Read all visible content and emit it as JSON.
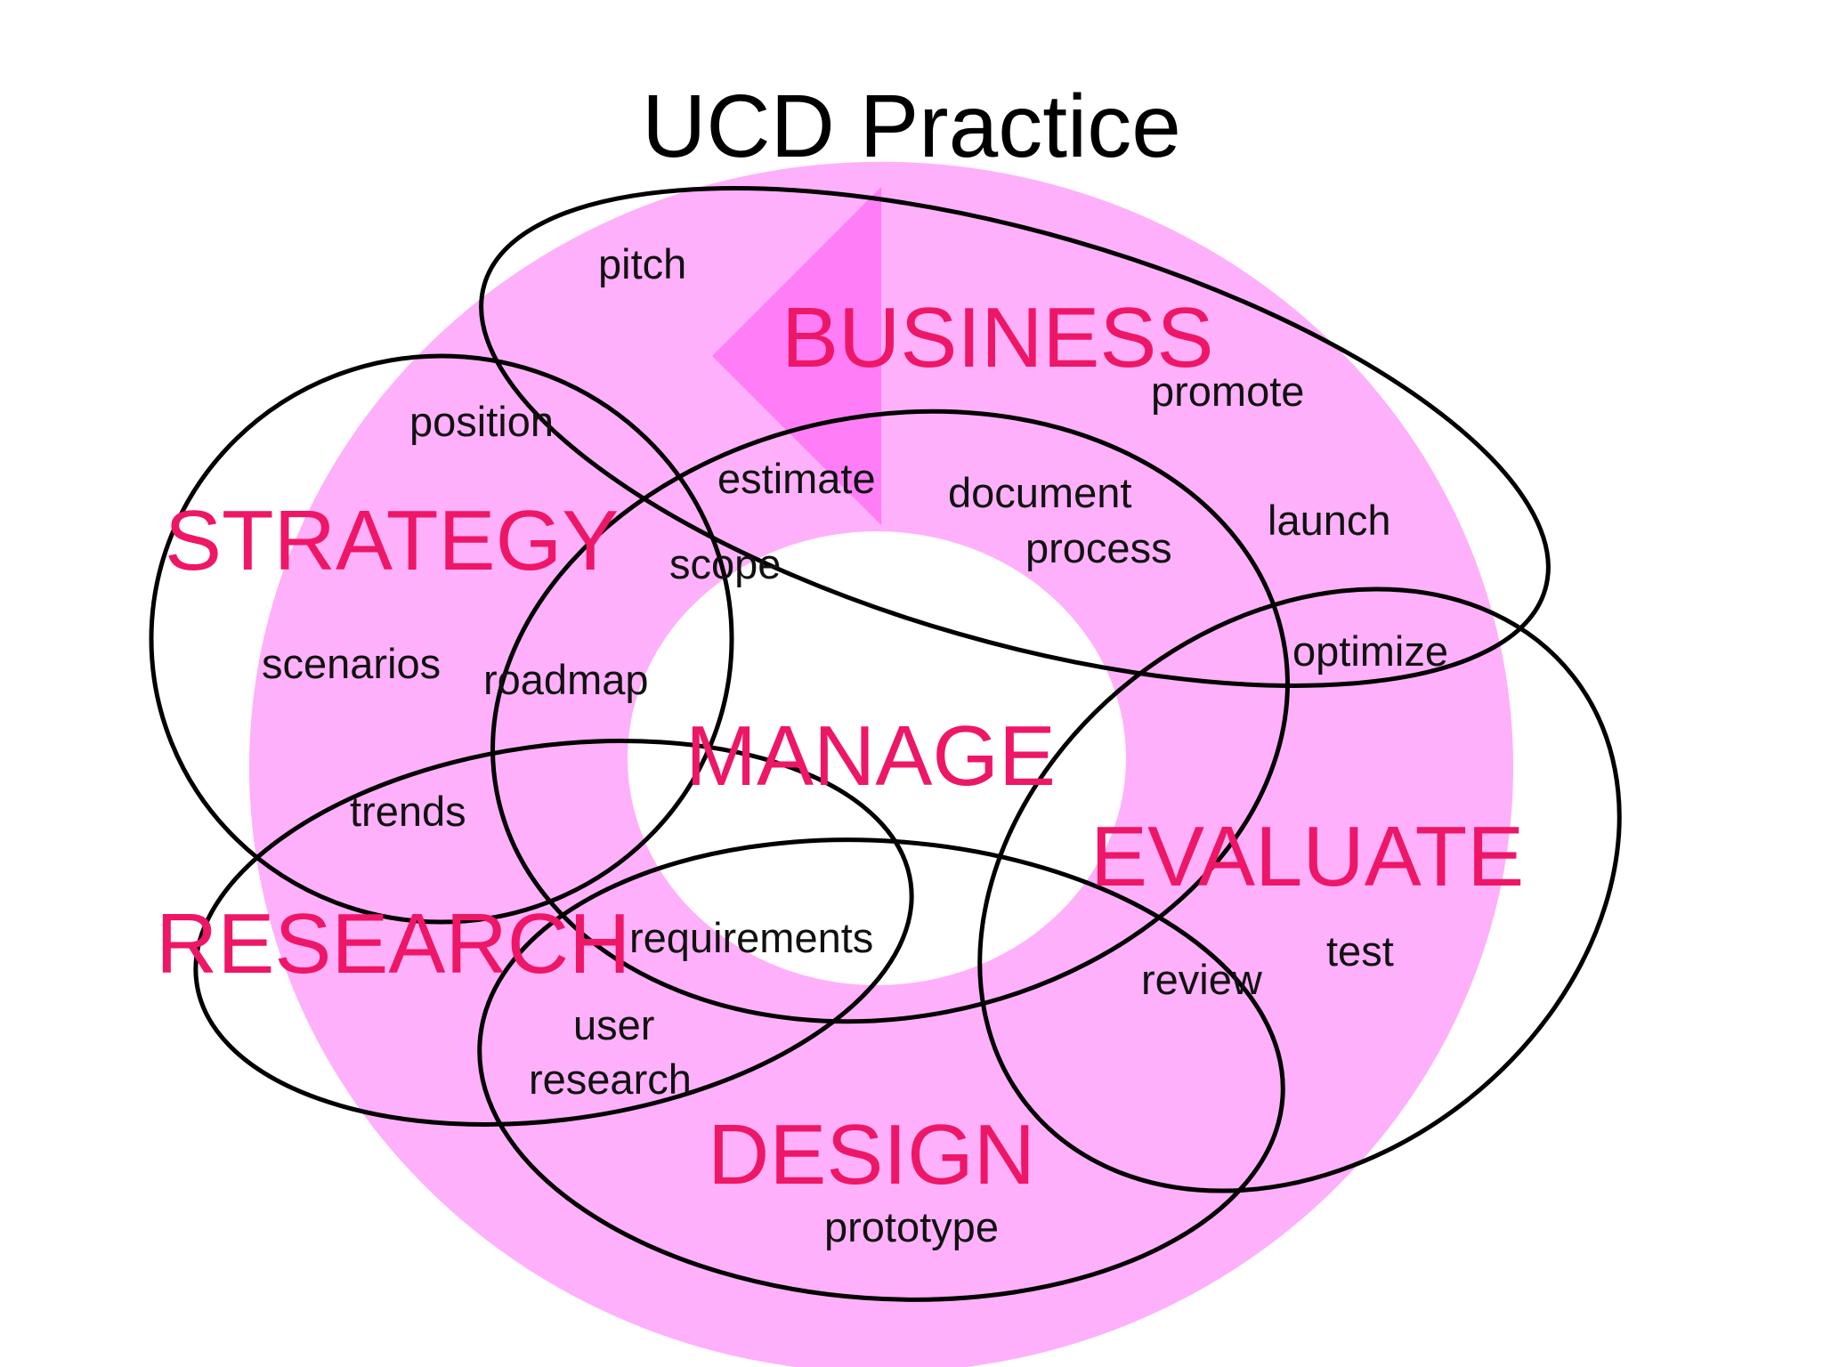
{
  "title": "UCD Practice",
  "colors": {
    "ring": "#ffb0fa",
    "wedge": "#ff7ef7",
    "group_label": "#ee1667",
    "outline": "#000000",
    "item_text": "#111111"
  },
  "groups": {
    "business": "BUSINESS",
    "strategy": "STRATEGY",
    "manage": "MANAGE",
    "evaluate": "EVALUATE",
    "research": "RESEARCH",
    "design": "DESIGN"
  },
  "items": {
    "pitch": "pitch",
    "promote": "promote",
    "position": "position",
    "estimate": "estimate",
    "document": "document",
    "process": "process",
    "launch": "launch",
    "scope": "scope",
    "scenarios": "scenarios",
    "roadmap": "roadmap",
    "optimize": "optimize",
    "trends": "trends",
    "requirements": "requirements",
    "test": "test",
    "review": "review",
    "user": "user",
    "research": "research",
    "prototype": "prototype"
  }
}
